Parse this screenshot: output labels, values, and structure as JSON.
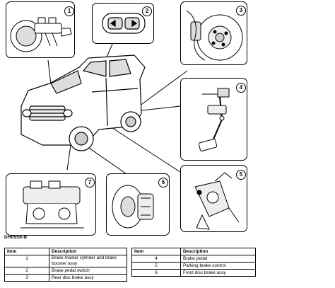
{
  "panels": [
    {
      "num": "1"
    },
    {
      "num": "2"
    },
    {
      "num": "3"
    },
    {
      "num": "4"
    },
    {
      "num": "5"
    },
    {
      "num": "6"
    },
    {
      "num": "7"
    }
  ],
  "figure_code": "DH0558-B",
  "table_left": {
    "headers": {
      "item": "Item",
      "description": "Description"
    },
    "rows": [
      {
        "item": "1",
        "description": "Brake master cylinder and brake booster assy"
      },
      {
        "item": "2",
        "description": "Brake pedal switch"
      },
      {
        "item": "3",
        "description": "Rear disc brake assy"
      }
    ]
  },
  "table_right": {
    "headers": {
      "item": "Item",
      "description": "Description"
    },
    "rows": [
      {
        "item": "4",
        "description": "Brake pedal"
      },
      {
        "item": "5",
        "description": "Parking brake control"
      },
      {
        "item": "6",
        "description": "Front disc brake assy"
      }
    ]
  }
}
